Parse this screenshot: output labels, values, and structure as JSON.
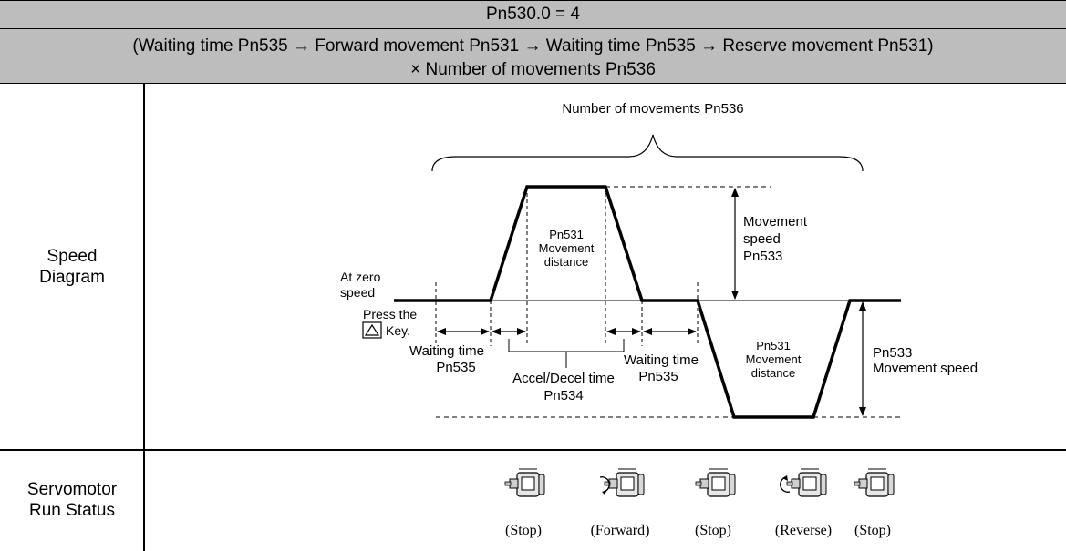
{
  "header": {
    "title": "Pn530.0 = 4",
    "sequence_line1": "(Waiting time Pn535 → Forward movement Pn531 → Waiting time Pn535 → Reserve movement Pn531)",
    "sequence_line2": "× Number of movements Pn536"
  },
  "rows": {
    "speed_label_1": "Speed",
    "speed_label_2": "Diagram",
    "run_label_1": "Servomotor",
    "run_label_2": "Run Status"
  },
  "diagram": {
    "number_of_movements": "Number of movements Pn536",
    "at_zero_1": "At zero",
    "at_zero_2": "speed",
    "press_1": "Press the",
    "press_key": "Key.",
    "key_icon": "up-arrow-key-icon",
    "pn531_fwd_1": "Pn531",
    "pn531_fwd_2": "Movement",
    "pn531_fwd_3": "distance",
    "movement_speed_1": "Movement",
    "movement_speed_2": "speed",
    "movement_speed_3": "Pn533",
    "waiting_left_1": "Waiting time",
    "waiting_left_2": "Pn535",
    "accel_1": "Accel/Decel time",
    "accel_2": "Pn534",
    "waiting_right_1": "Waiting time",
    "waiting_right_2": "Pn535",
    "pn531_rev_1": "Pn531",
    "pn531_rev_2": "Movement",
    "pn531_rev_3": "distance",
    "pn533_rev_1": "Pn533",
    "pn533_rev_2": "Movement speed"
  },
  "motors": [
    {
      "status": "(Stop)",
      "icon": "servomotor-icon"
    },
    {
      "status": "(Forward)",
      "icon": "servomotor-forward-icon"
    },
    {
      "status": "(Stop)",
      "icon": "servomotor-icon"
    },
    {
      "status": "(Reverse)",
      "icon": "servomotor-reverse-icon"
    },
    {
      "status": "(Stop)",
      "icon": "servomotor-icon"
    }
  ]
}
